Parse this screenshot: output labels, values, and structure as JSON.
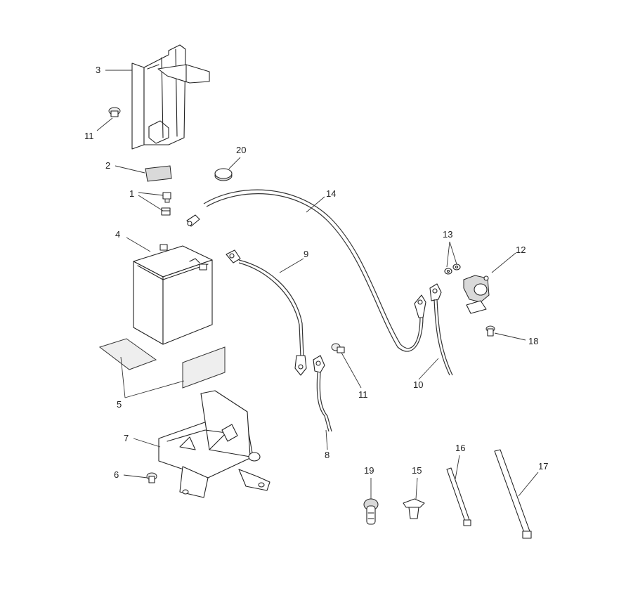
{
  "callouts": {
    "c1": "1",
    "c2": "2",
    "c3": "3",
    "c4": "4",
    "c5": "5",
    "c6": "6",
    "c7": "7",
    "c8": "8",
    "c9": "9",
    "c10": "10",
    "c11a": "11",
    "c11b": "11",
    "c12": "12",
    "c13": "13",
    "c14": "14",
    "c15": "15",
    "c16": "16",
    "c17": "17",
    "c18": "18",
    "c19": "19",
    "c20": "20"
  }
}
